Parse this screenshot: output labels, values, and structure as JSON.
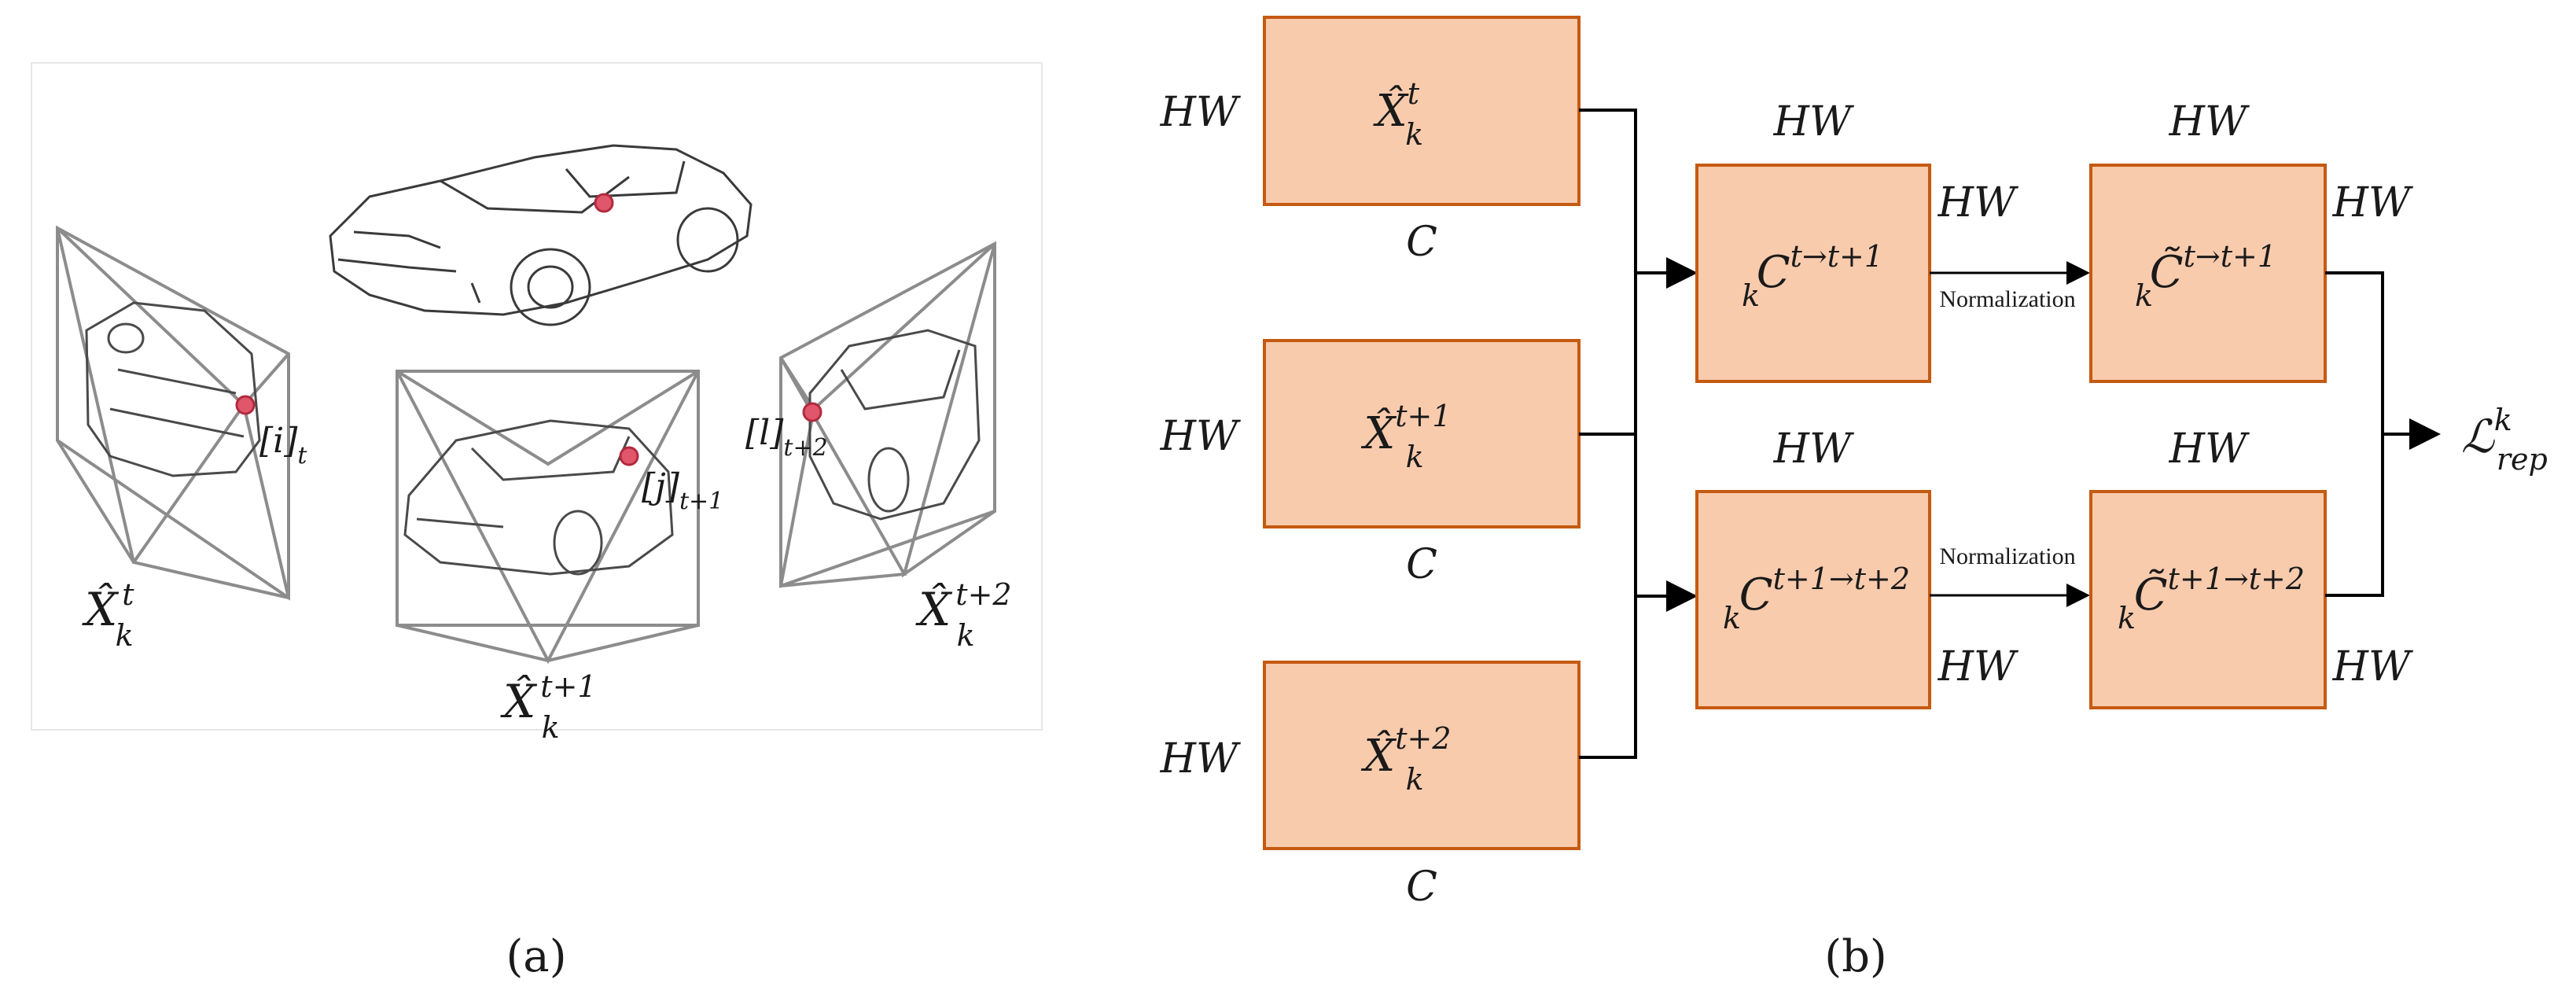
{
  "panel_a": {
    "caption": "(a)",
    "views": [
      {
        "label_base": "X̂",
        "label_sub": "k",
        "label_sup": "t",
        "point_label": "[i]",
        "point_sub": "t"
      },
      {
        "label_base": "X̂",
        "label_sub": "k",
        "label_sup": "t+1",
        "point_label": "[j]",
        "point_sub": "t+1"
      },
      {
        "label_base": "X̂",
        "label_sub": "k",
        "label_sup": "t+2",
        "point_label": "[l]",
        "point_sub": "t+2"
      }
    ],
    "colors": {
      "frame": "#8c8c8c",
      "point": "#e0566b",
      "background": "#ffffff"
    }
  },
  "panel_b": {
    "caption": "(b)",
    "inputs": [
      {
        "base": "X̂",
        "sub": "k",
        "sup": "t",
        "left_label": "HW",
        "bottom_label": "C"
      },
      {
        "base": "X̂",
        "sub": "k",
        "sup": "t+1",
        "left_label": "HW",
        "bottom_label": "C"
      },
      {
        "base": "X̂",
        "sub": "k",
        "sup": "t+2",
        "left_label": "HW",
        "bottom_label": "C"
      }
    ],
    "correlations": [
      {
        "base": "C",
        "sub": "k",
        "sup": "t→t+1",
        "top_label": "HW",
        "side_label": "HW"
      },
      {
        "base": "C",
        "sub": "k",
        "sup": "t+1→t+2",
        "top_label": "HW",
        "side_label": "HW"
      }
    ],
    "normalized": [
      {
        "base": "C̃",
        "sub": "k",
        "sup": "t→t+1",
        "top_label": "HW",
        "side_label": "HW"
      },
      {
        "base": "C̃",
        "sub": "k",
        "sup": "t+1→t+2",
        "top_label": "HW",
        "side_label": "HW"
      }
    ],
    "normalization_label": "Normalization",
    "output": {
      "base": "ℒ",
      "sub": "rep",
      "sup": "k"
    },
    "colors": {
      "box_fill": "#f8cbad",
      "box_stroke": "#c55a11",
      "line": "#000000"
    }
  }
}
